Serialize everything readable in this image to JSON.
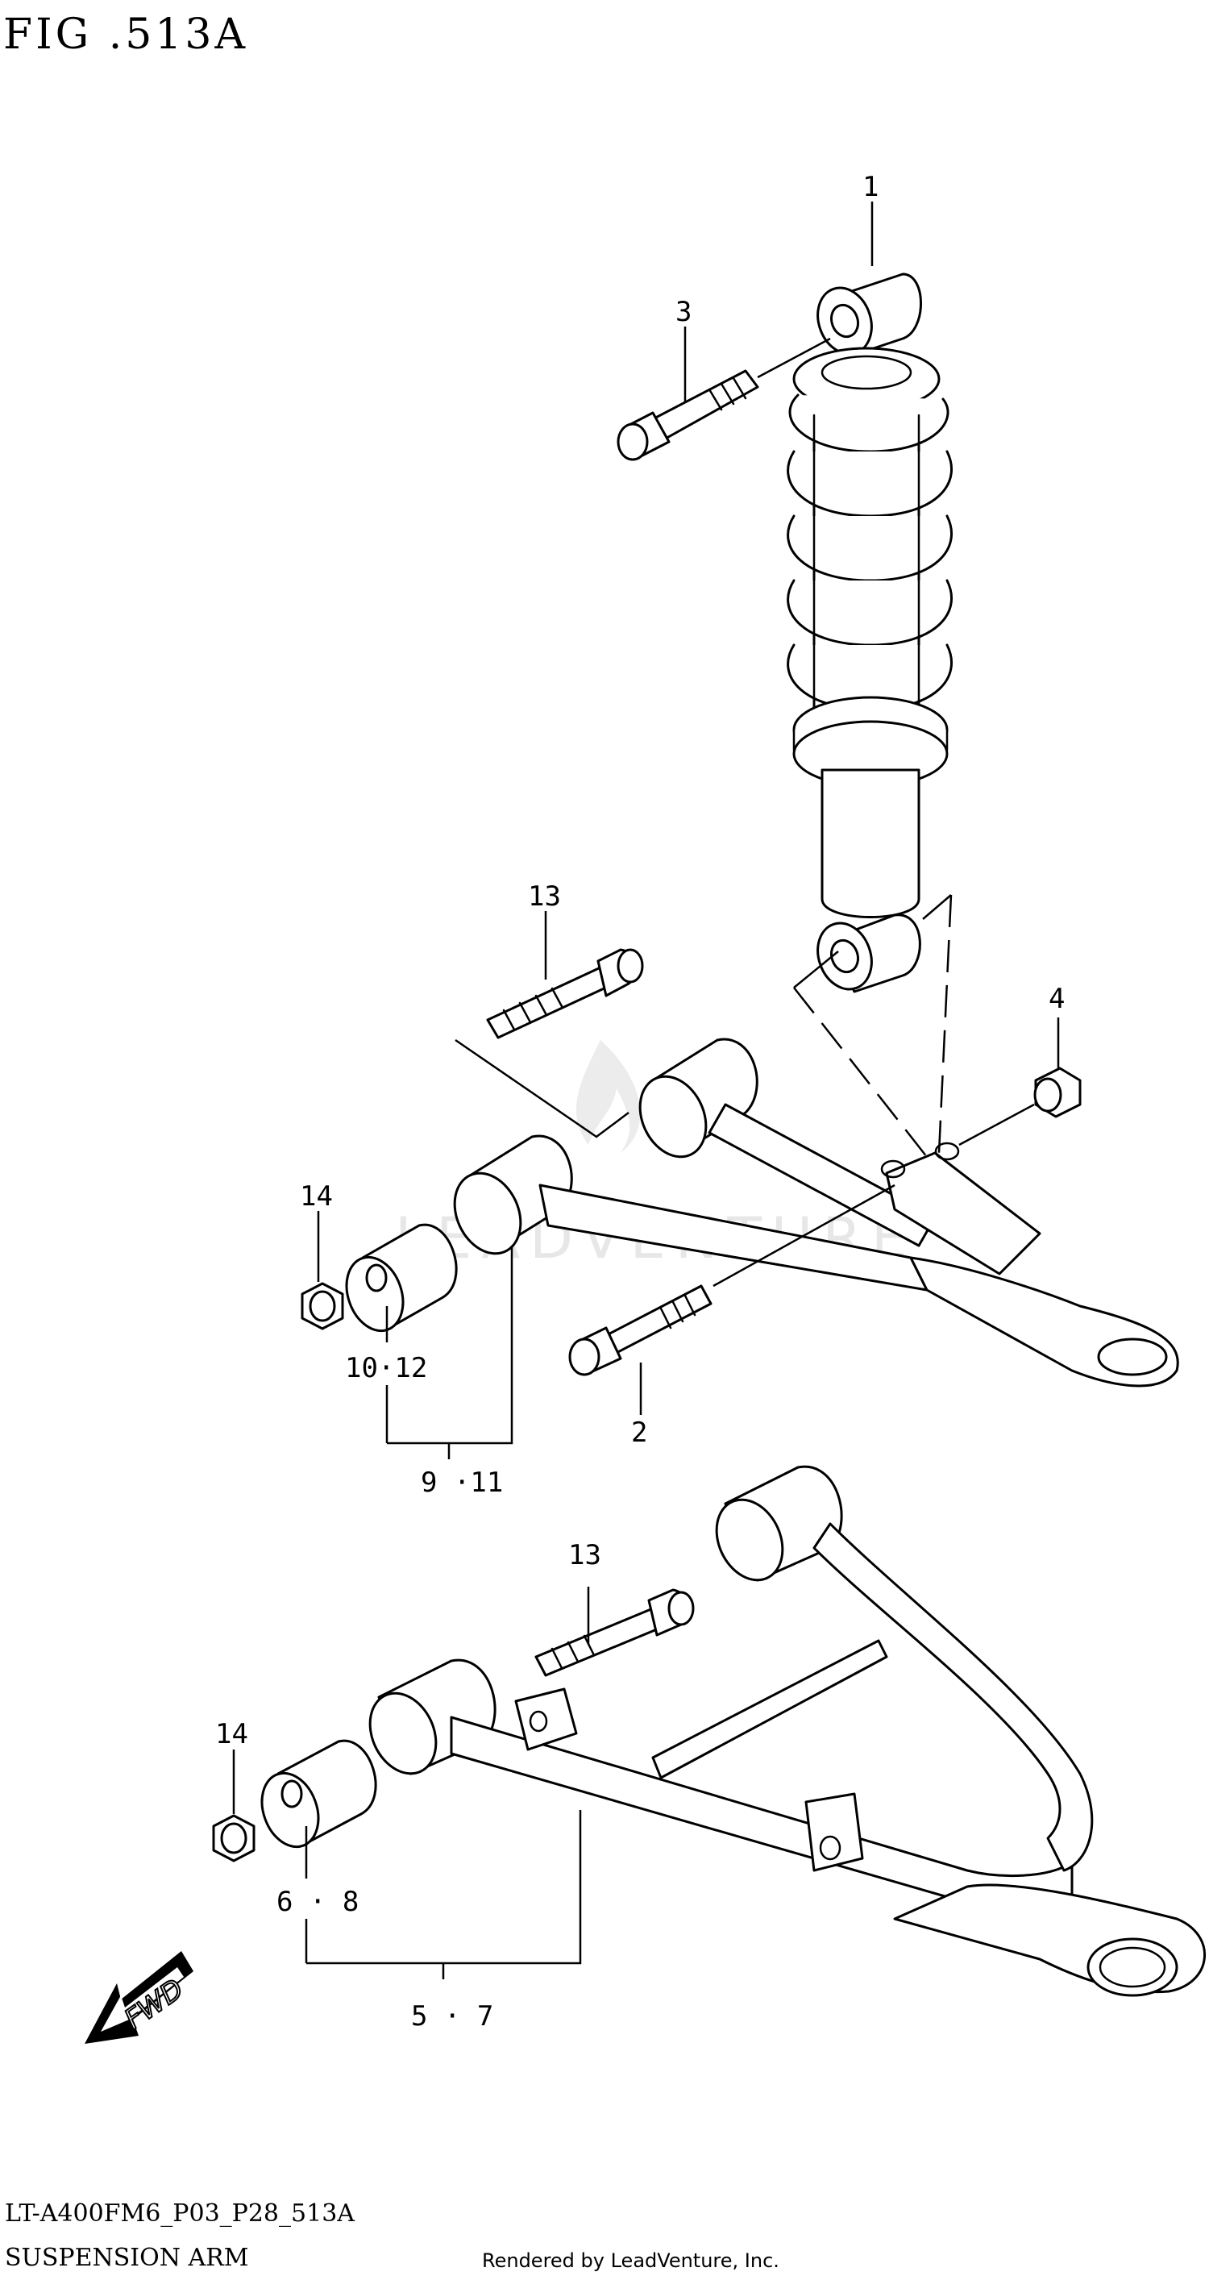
{
  "header": {
    "figure_title": "FIG .513A"
  },
  "callouts": {
    "c1": "1",
    "c3": "3",
    "c13a": "13",
    "c4": "4",
    "c14a": "14",
    "c10_12": "10·12",
    "c2": "2",
    "c9_11": "9 ·11",
    "c13b": "13",
    "c14b": "14",
    "c6_8": "6 · 8",
    "c5_7": "5 · 7"
  },
  "direction": {
    "fwd_label": "FWD"
  },
  "watermark": {
    "text": "LEADVENTURE"
  },
  "footer": {
    "model_code": "LT-A400FM6_P03_P28_513A",
    "section_title": "SUSPENSION ARM",
    "credit": "Rendered by LeadVenture, Inc."
  }
}
